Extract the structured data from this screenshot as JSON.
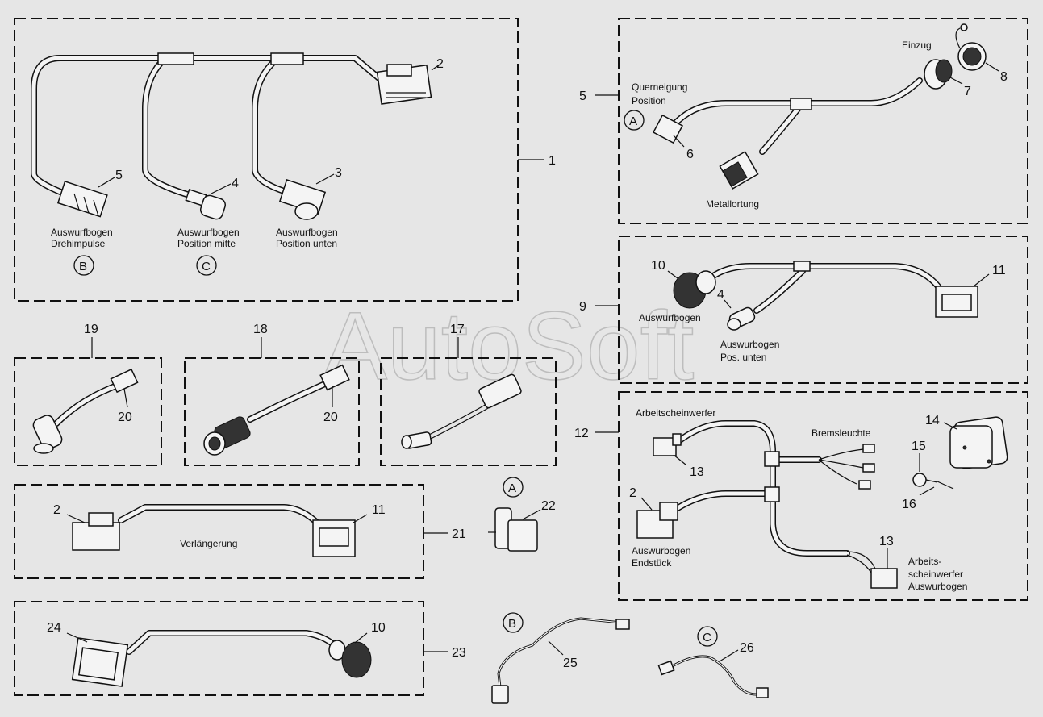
{
  "watermark": "AutoSoft",
  "callouts": {
    "n1": "1",
    "n2a": "2",
    "n3": "3",
    "n4a": "4",
    "n5a": "5",
    "n5b": "5",
    "n6": "6",
    "n7": "7",
    "n8": "8",
    "n9": "9",
    "n10a": "10",
    "n4b": "4",
    "n11a": "11",
    "n12": "12",
    "n13a": "13",
    "n2b": "2",
    "n13b": "13",
    "n14": "14",
    "n15": "15",
    "n16": "16",
    "n19": "19",
    "n20a": "20",
    "n18": "18",
    "n20b": "20",
    "n17": "17",
    "n2c": "2",
    "n11b": "11",
    "n21": "21",
    "n22": "22",
    "n24": "24",
    "n10b": "10",
    "n23": "23",
    "n25": "25",
    "n26": "26"
  },
  "circle_letters": {
    "b1": "B",
    "c1": "C",
    "a1": "A",
    "a2": "A",
    "b2": "B",
    "c2": "C"
  },
  "labels": {
    "ausw_dreh_1": "Auswurfbogen",
    "ausw_dreh_2": "Drehimpulse",
    "ausw_mitte_1": "Auswurfbogen",
    "ausw_mitte_2": "Position mitte",
    "ausw_unten_1": "Auswurfbogen",
    "ausw_unten_2": "Position unten",
    "einzug": "Einzug",
    "querneigung_1": "Querneigung",
    "querneigung_2": "Position",
    "metallortung": "Metallortung",
    "auswurfbogen": "Auswurfbogen",
    "pos_unten_1": "Auswurbogen",
    "pos_unten_2": "Pos. unten",
    "arbeitsscheinwerfer": "Arbeitscheinwerfer",
    "bremsleuchte": "Bremsleuchte",
    "endstueck_1": "Auswurbogen",
    "endstueck_2": "Endstück",
    "arb_ausw_1": "Arbeits-",
    "arb_ausw_2": "scheinwerfer",
    "arb_ausw_3": "Auswurbogen",
    "verlaengerung": "Verlängerung"
  }
}
